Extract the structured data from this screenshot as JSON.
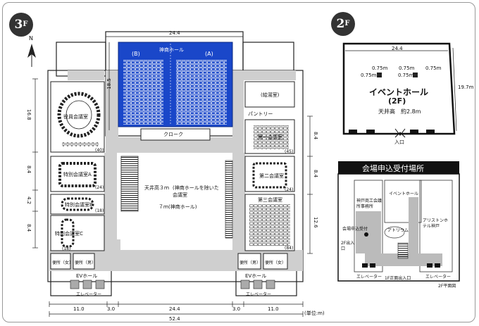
{
  "badges": {
    "floor3": "3",
    "floor2": "2",
    "suffix": "F"
  },
  "compass": "N",
  "floor3": {
    "dim_top": "24.4",
    "dim_side": "18.5",
    "hall": {
      "label": "神商ホール",
      "left": "(B)",
      "right": "(A)"
    },
    "cloak": "クローク",
    "ceiling_height": "天井高３ｍ",
    "center_room": "(神商ホールを除いた会議室",
    "center_room_height": "７ｍ(神商ホール)",
    "rooms": {
      "executive": "役員会議室",
      "special_a": "特別会議室A",
      "special_b": "特別会議室B",
      "special_c": "特別会議室C",
      "hot_water": "(給湯室)",
      "pantry": "パントリー",
      "room1": "第一会議室",
      "room2": "第二会議室",
      "room3": "第三会議室"
    },
    "tags": {
      "exec": "(40)",
      "sa": "(24)",
      "sb": "(18)",
      "sc": "(18)",
      "r1": "(45)",
      "r2": "(24)",
      "r3": "(84)"
    },
    "toilets": {
      "female_left": "便所（女）",
      "male_left": "便所（男）",
      "male_right": "便所（男）",
      "female_right": "便所（女）"
    },
    "ev_hall": "EVホール",
    "elevator": "エレベーター",
    "left_dims": [
      "16.8",
      "8.4",
      "4.2",
      "8.4"
    ],
    "right_dims": [
      "8.4",
      "8.4",
      "12.6"
    ],
    "bottom_dims": [
      "11.0",
      "3.0",
      "24.4",
      "3.0",
      "11.0"
    ],
    "total_width": "52.4",
    "unit": "(単位:m)"
  },
  "floor2": {
    "width": "24.4",
    "depth": "19.7m",
    "widths": [
      "0.75m",
      "0.75m",
      "0.75m"
    ],
    "pillar_labels": [
      "0.75m",
      "0.75m"
    ],
    "title": "イベントホール",
    "subtitle": "(2F)",
    "ceiling": "天井高　約2.8m",
    "entrance": "入口"
  },
  "reception": {
    "header": "会場申込受付場所",
    "event_hall": "イベントホール",
    "office": "神戸商工会議所事務所",
    "desk": "会場申込受付",
    "atrium": "アトリウム",
    "hotel": "アリストンホテル神戸",
    "entrance_2f": "2F出入口",
    "elevator_left": "エレベーター",
    "front_entrance": "1F正面出入口",
    "elevator_right": "エレベーター",
    "plan_label": "2F平面図"
  }
}
